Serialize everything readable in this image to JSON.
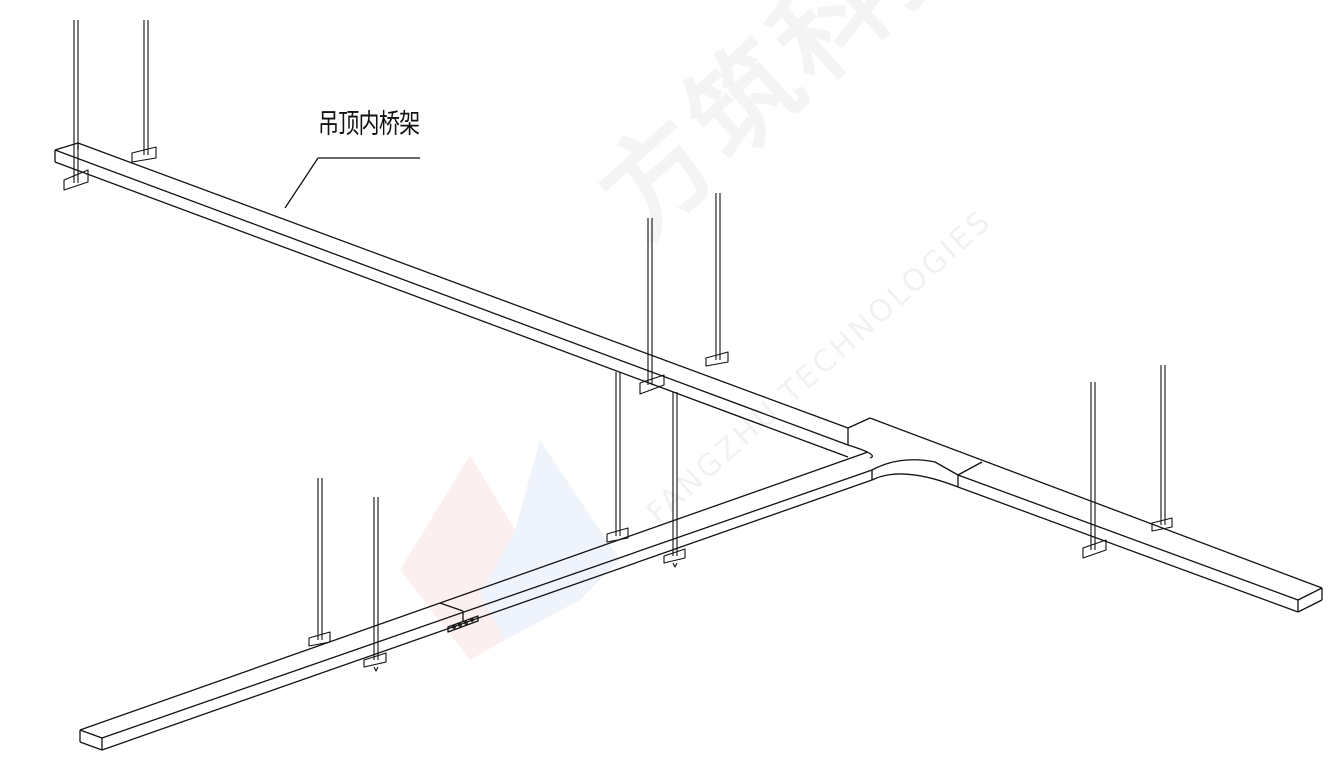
{
  "callout": {
    "label": "吊顶内桥架"
  },
  "watermark": {
    "chinese_text": "方筑科技",
    "english_text": "FANGZHU TECHNOLOGIES",
    "logo_colors": [
      "#e3342f",
      "#2f6fd8"
    ]
  },
  "colors": {
    "line": "#111111",
    "background": "#ffffff"
  }
}
